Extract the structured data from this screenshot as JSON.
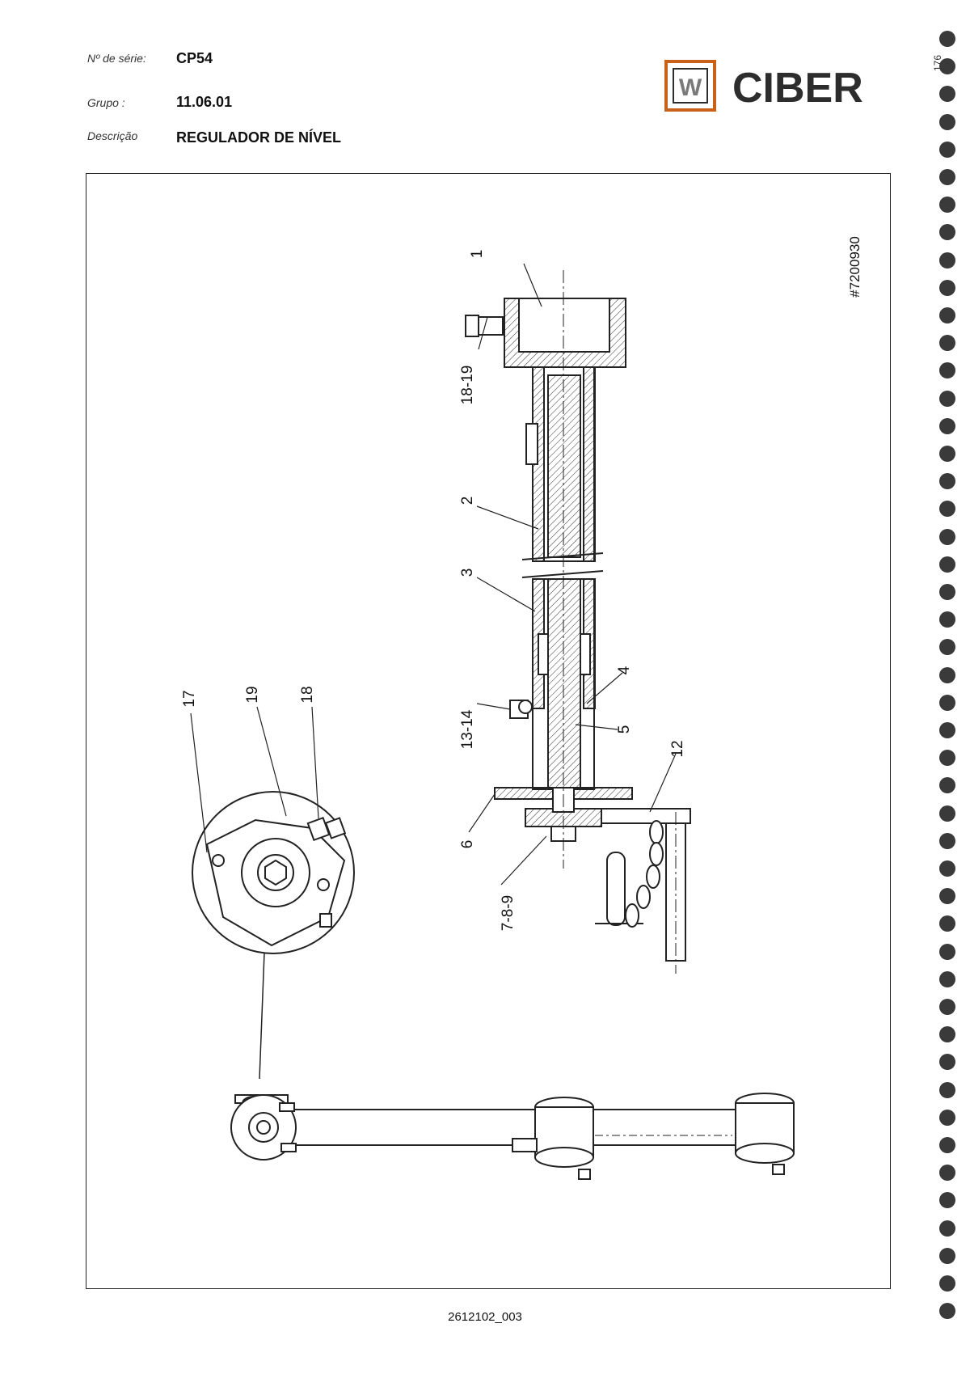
{
  "header": {
    "serial_label": "Nº de série:",
    "serial_value": "CP54",
    "group_label": "Grupo :",
    "group_value": "11.06.01",
    "desc_label": "Descrição",
    "desc_value": "REGULADOR DE NÍVEL"
  },
  "brand": {
    "name": "CIBER",
    "mark": "W",
    "color_orange": "#c8611a",
    "color_grey": "#7a7a7a",
    "color_dark": "#2d2d2d"
  },
  "page_number": "176",
  "drawing_ref": "#7200930",
  "doc_id": "2612102_003",
  "callouts": [
    "1",
    "18-19",
    "2",
    "3",
    "4",
    "5",
    "13-14",
    "12",
    "6",
    "7-8-9",
    "17",
    "19",
    "18"
  ],
  "binder_hole_count": 47
}
